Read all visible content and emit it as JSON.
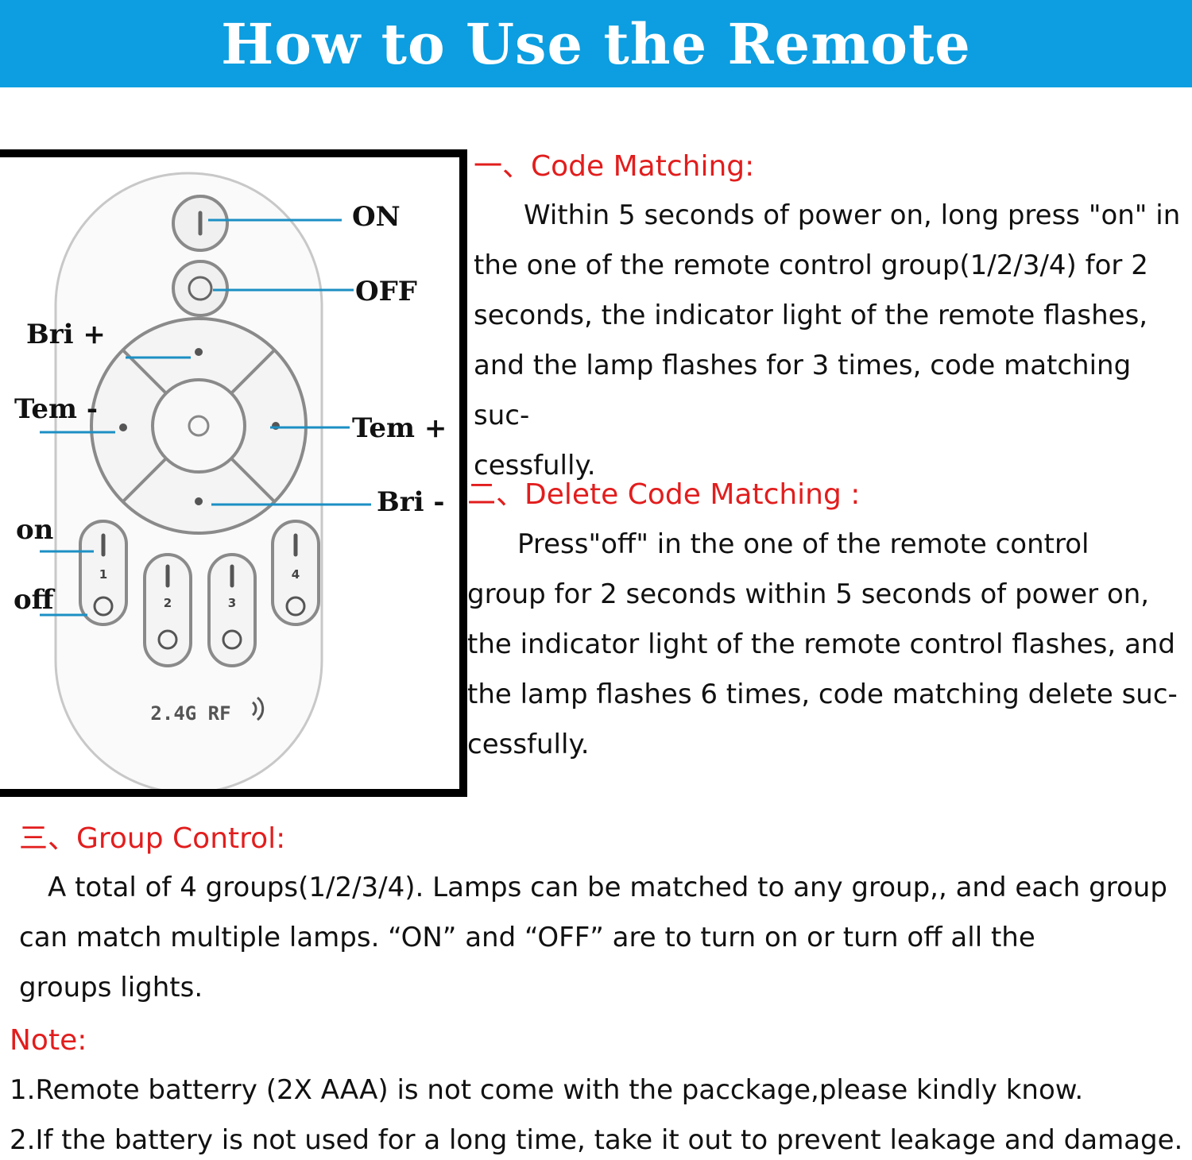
{
  "header": {
    "title": "How to Use the Remote"
  },
  "remote": {
    "labels": {
      "on_main": "ON",
      "off_main": "OFF",
      "bri_plus": "Bri +",
      "tem_minus": "Tem -",
      "tem_plus": "Tem +",
      "bri_minus": "Bri -",
      "group_on": "on",
      "group_off": "off"
    },
    "group_numbers": [
      "1",
      "2",
      "3",
      "4"
    ],
    "rf_label": "2.4G RF",
    "line_color": "#1c8fc4"
  },
  "sections": {
    "code_matching": {
      "title": "一、Code Matching:",
      "lines": [
        "Within 5 seconds of power on, long press \"on\" in",
        "the one of the  remote control group(1/2/3/4) for 2",
        "seconds, the indicator light of the remote flashes,",
        "and the lamp flashes for 3 times, code matching suc-",
        "cessfully."
      ]
    },
    "delete_code": {
      "title": "二、Delete Code Matching :",
      "lines": [
        "Press\"off\" in the one of the remote control",
        "group for 2 seconds within 5 seconds of power on,",
        "the indicator light of the remote control flashes, and",
        "the lamp flashes 6 times, code matching delete suc-",
        "cessfully."
      ]
    },
    "group_control": {
      "title": "三、Group Control:",
      "lines": [
        "A total of 4 groups(1/2/3/4). Lamps can be matched to any group,, and each group",
        "can match multiple lamps.  “ON” and  “OFF” are to turn on or turn off all the",
        "groups lights."
      ]
    }
  },
  "note": {
    "title": "Note:",
    "items": [
      "1.Remote batterry (2X AAA) is not come with the pacckage,please kindly know.",
      "2.If the battery is not used for a long time, take it out to prevent leakage and damage."
    ]
  },
  "colors": {
    "banner": "#0c9ee0",
    "accent_red": "#e21d1d"
  }
}
